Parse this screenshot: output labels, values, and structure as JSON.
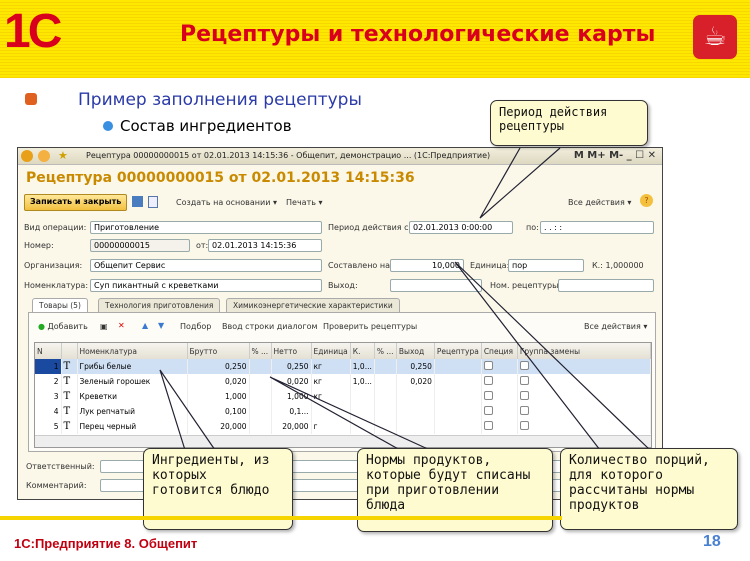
{
  "slide": {
    "logo": "1С",
    "title": "Рецептуры и технологические карты",
    "bullet1": "Пример заполнения рецептуры",
    "bullet2": "Состав ингредиентов",
    "footer": "1С:Предприятие 8. Общепит",
    "page": "18",
    "accent": "#d8001c"
  },
  "window": {
    "title": "Рецептура 00000000015 от 02.01.2013 14:15:36 - Общепит, демонстрацио ... (1С:Предприятие)",
    "controls": "M  M+  M-  _  ☐  ✕",
    "heading": "Рецептура 00000000015 от 02.01.2013 14:15:36"
  },
  "toolbar": {
    "save": "Записать и закрыть",
    "create": "Создать на основании ▾",
    "print": "Печать ▾",
    "all": "Все действия ▾",
    "help": "?"
  },
  "form": {
    "op_label": "Вид операции:",
    "op": "Приготовление",
    "num_label": "Номер:",
    "num": "00000000015",
    "from_label": "от:",
    "date": "02.01.2013 14:15:36",
    "org_label": "Организация:",
    "org": "Общепит Сервис",
    "nom_label": "Номенклатура:",
    "nom": "Суп пикантный с креветками",
    "period_label": "Период действия с:",
    "period_from": "02.01.2013  0:00:00",
    "period_to_label": "по:",
    "period_to": " .  .       :  :",
    "made_label": "Составлено на:",
    "made": "10,000",
    "unit_label": "Единица:",
    "unit": "пор",
    "k": "К.: 1,000000",
    "out_label": "Выход:",
    "out": "",
    "recnum_label": "Ном. рецептуры:",
    "recnum": "",
    "resp_label": "Ответственный:",
    "resp": "",
    "comment_label": "Комментарий:",
    "comment": ""
  },
  "tabs": [
    "Товары (5)",
    "Технология приготовления",
    "Химикоэнергетические характеристики"
  ],
  "table_toolbar": {
    "add": "Добавить",
    "pick": "Подбор",
    "dialog": "Ввод строки диалогом",
    "check": "Проверить рецептуры",
    "all": "Все действия ▾"
  },
  "table": {
    "columns": [
      "N",
      "",
      "Номенклатура",
      "Брутто",
      "% ...",
      "Нетто",
      "Единица",
      "К.",
      "% ...",
      "Выход",
      "Рецептура",
      "Специя",
      "Группа замены"
    ],
    "rows": [
      [
        "1",
        "T",
        "Грибы белые",
        "0,250",
        "",
        "0,250",
        "кг",
        "1,0...",
        "",
        "0,250",
        "",
        "",
        ""
      ],
      [
        "2",
        "T",
        "Зеленый горошек",
        "0,020",
        "",
        "0,020",
        "кг",
        "1,0...",
        "",
        "0,020",
        "",
        "",
        ""
      ],
      [
        "3",
        "T",
        "Креветки",
        "1,000",
        "",
        "1,000",
        "кг",
        "",
        "",
        "",
        "",
        "",
        ""
      ],
      [
        "4",
        "T",
        "Лук репчатый",
        "0,100",
        "",
        "0,1...",
        "",
        "",
        "",
        "",
        "",
        "",
        ""
      ],
      [
        "5",
        "T",
        "Перец черный",
        "20,000",
        "",
        "20,000",
        "г",
        "",
        "",
        "",
        "",
        "",
        ""
      ]
    ]
  },
  "callouts": {
    "period": "Период действия рецептуры",
    "portions": "Количество порций, для которого рассчитаны нормы продуктов",
    "norms": "Нормы продуктов, которые будут списаны при приготовлении блюда",
    "ingredients": "Ингредиенты, из которых готовится блюдо"
  }
}
